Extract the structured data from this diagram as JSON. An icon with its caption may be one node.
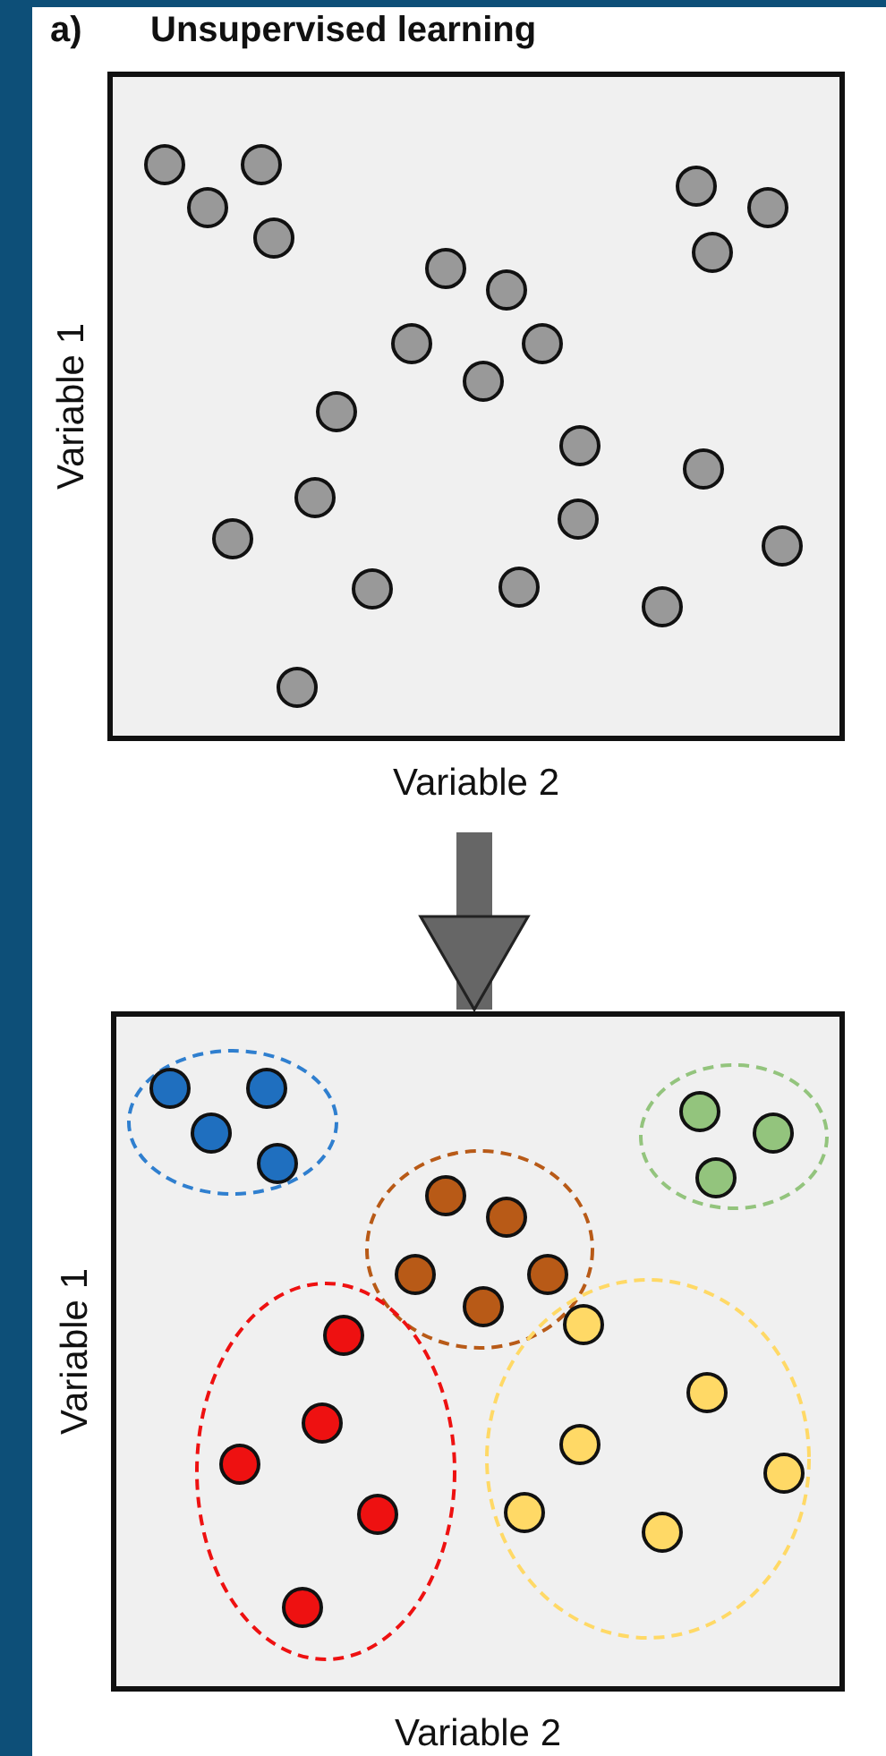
{
  "diagram": {
    "title": "Unsupervised learning",
    "nodes": [
      {
        "text": [],
        "shape": "box",
        "beside": [
          "Variable 1",
          "Variable 2"
        ]
      },
      {
        "text": [],
        "shape": "box",
        "beside": [
          "Variable 1",
          "Variable 2"
        ]
      }
    ],
    "edges": [
      {
        "from": 0,
        "to": 1,
        "arrow": "to"
      }
    ],
    "labels": [
      "a)"
    ]
  }
}
